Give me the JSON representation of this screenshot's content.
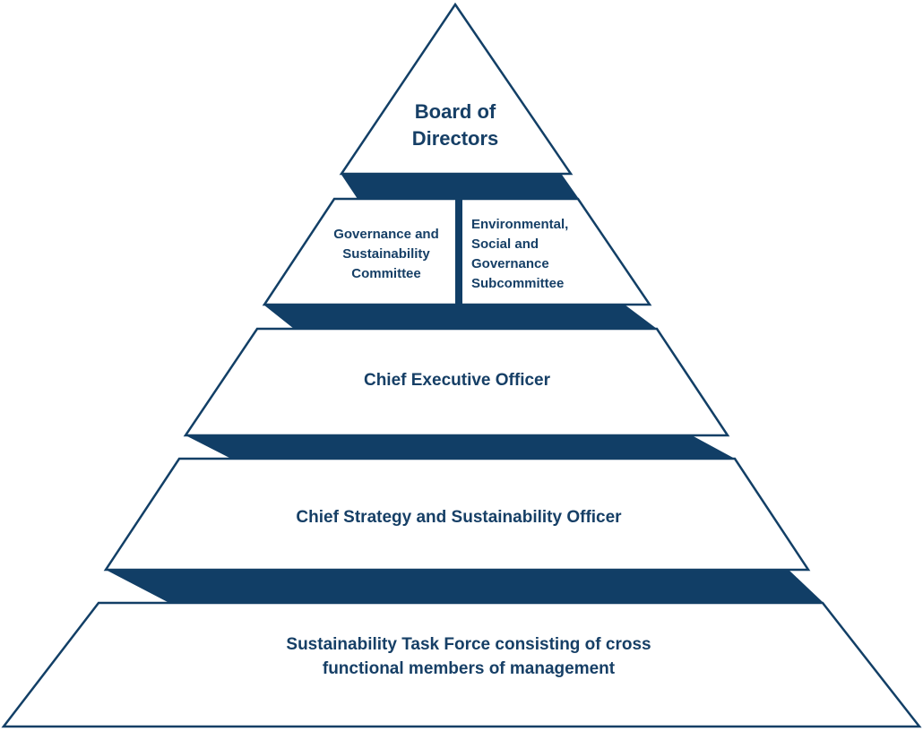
{
  "colors": {
    "dark_band": "#113e66",
    "text": "#163f66",
    "outline": "#123f66"
  },
  "tiers": {
    "board": "Board of Directors",
    "governance_committee": "Governance and Sustainability Committee",
    "esg_subcommittee": "Environmental, Social and Governance Subcommittee",
    "ceo": "Chief Executive Officer",
    "csso": "Chief Strategy and Sustainability Officer",
    "task_force": "Sustainability Task Force consisting of cross functional members of management"
  }
}
